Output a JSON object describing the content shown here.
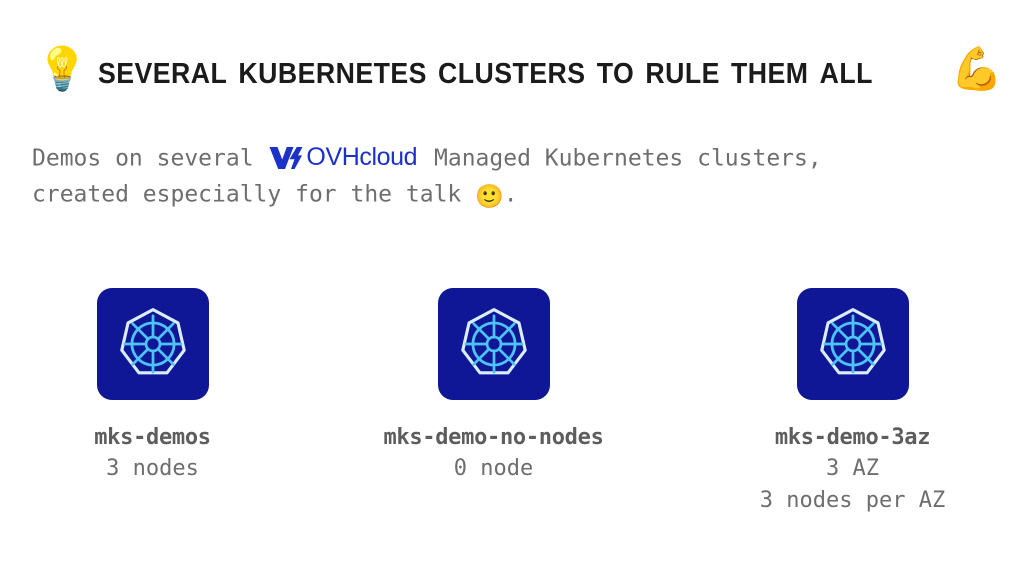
{
  "slide": {
    "background_color": "#ffffff",
    "title": {
      "leading_emoji": "💡",
      "leading_emoji_name": "light-bulb-emoji",
      "text": "Several Kubernetes clusters to rule them all",
      "trailing_emoji": "💪",
      "trailing_emoji_name": "flexed-biceps-emoji",
      "color": "#1b1b1b"
    },
    "intro": {
      "line1_before_logo": "Demos on several ",
      "logo_text": "OVHcloud",
      "logo_color": "#1b31c8",
      "line1_after_logo": " Managed Kubernetes clusters,",
      "line2_before_emoji": "created especially for the talk ",
      "line2_emoji": "🙂",
      "line2_emoji_name": "slightly-smiling-face-emoji",
      "line2_after_emoji": ".",
      "color": "#6e6e6e"
    },
    "clusters": [
      {
        "icon_name": "kubernetes-icon",
        "icon_bg_color": "#0f1796",
        "icon_fg_color": "#4dc3f7",
        "name": "mks-demos",
        "details": [
          "3 nodes"
        ]
      },
      {
        "icon_name": "kubernetes-icon",
        "icon_bg_color": "#0f1796",
        "icon_fg_color": "#4dc3f7",
        "name": "mks-demo-no-nodes",
        "details": [
          "0 node"
        ]
      },
      {
        "icon_name": "kubernetes-icon",
        "icon_bg_color": "#0f1796",
        "icon_fg_color": "#4dc3f7",
        "name": "mks-demo-3az",
        "details": [
          "3 AZ",
          "3 nodes per AZ"
        ]
      }
    ]
  }
}
